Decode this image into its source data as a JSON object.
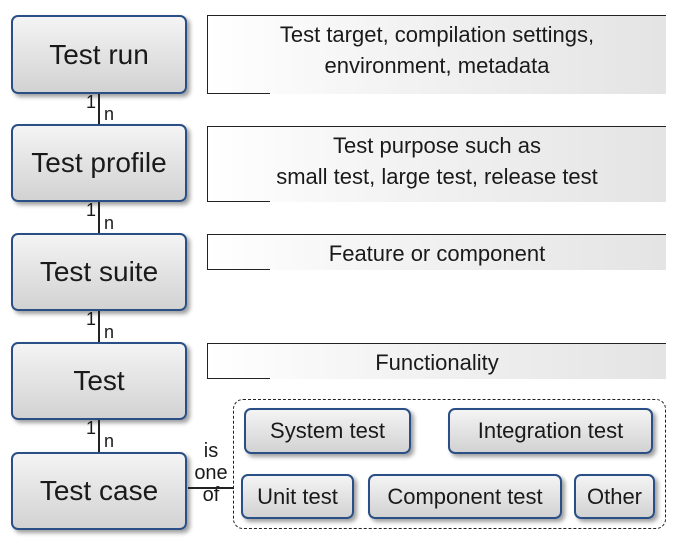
{
  "levels": [
    {
      "label": "Test run",
      "note": [
        "Test target, compilation settings,",
        "environment, metadata"
      ]
    },
    {
      "label": "Test profile",
      "note": [
        "Test purpose such as",
        "small test, large test, release test"
      ]
    },
    {
      "label": "Test suite",
      "note": [
        "Feature or component"
      ]
    },
    {
      "label": "Test",
      "note": [
        "Functionality"
      ]
    },
    {
      "label": "Test case"
    }
  ],
  "cardinality": {
    "one": "1",
    "many": "n"
  },
  "relation": {
    "line1": "is",
    "line2": "one",
    "line3": "of"
  },
  "test_case_types": [
    "System test",
    "Integration test",
    "Unit test",
    "Component test",
    "Other"
  ]
}
